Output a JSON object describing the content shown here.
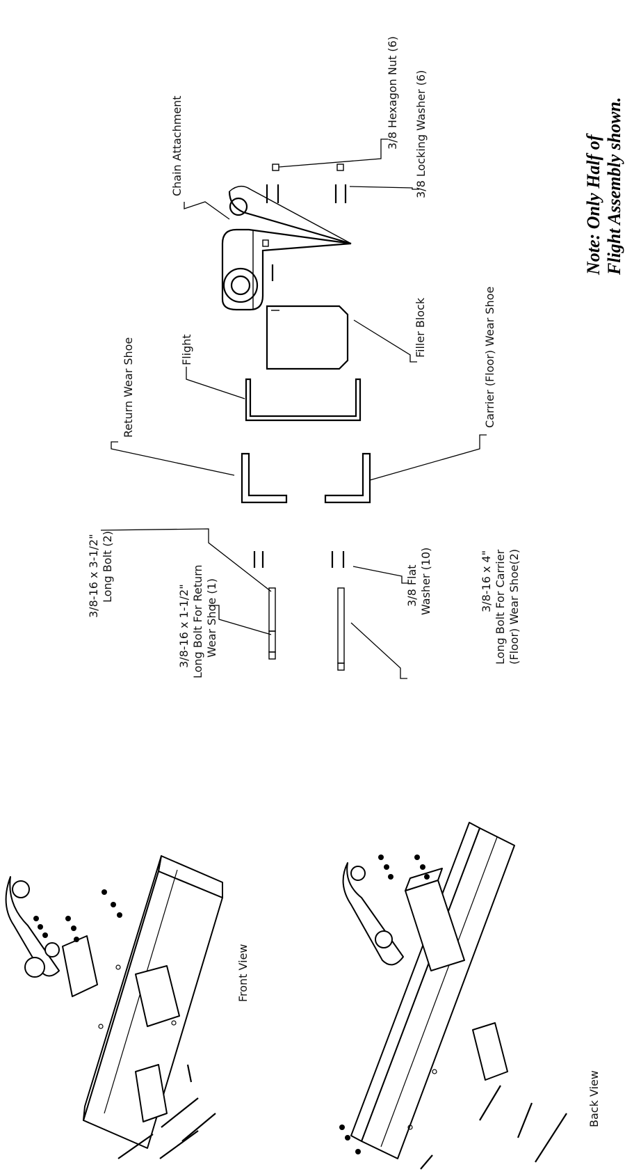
{
  "note": {
    "line1": "Note: Only Half of",
    "line2": "Flight Assembly shown."
  },
  "labels": {
    "hex_nut": "3/8 Hexagon Nut (6)",
    "locking_washer": "3/8 Locking Washer (6)",
    "chain_attachment": "Chain Attachment",
    "carrier_wear_shoe": "Carrier (Floor) Wear Shoe",
    "filler_block": "Filler Block",
    "return_wear_shoe": "Return Wear Shoe",
    "flight": "Flight",
    "long_bolt_3_5_a": "3/8-16 x 3-1/2\"",
    "long_bolt_3_5_b": "Long Bolt (2)",
    "return_bolt_a": "3/8-16 x 1-1/2\"",
    "return_bolt_b": "Long Bolt For Return",
    "return_bolt_c": "Wear Shoe (1)",
    "flat_washer_a": "3/8 Flat",
    "flat_washer_b": "Washer (10)",
    "carrier_bolt_a": "3/8-16 x 4\"",
    "carrier_bolt_b": "Long Bolt For Carrier",
    "carrier_bolt_c": "(Floor) Wear Shoe(2)"
  },
  "views": {
    "front": "Front View",
    "back": "Back View"
  }
}
